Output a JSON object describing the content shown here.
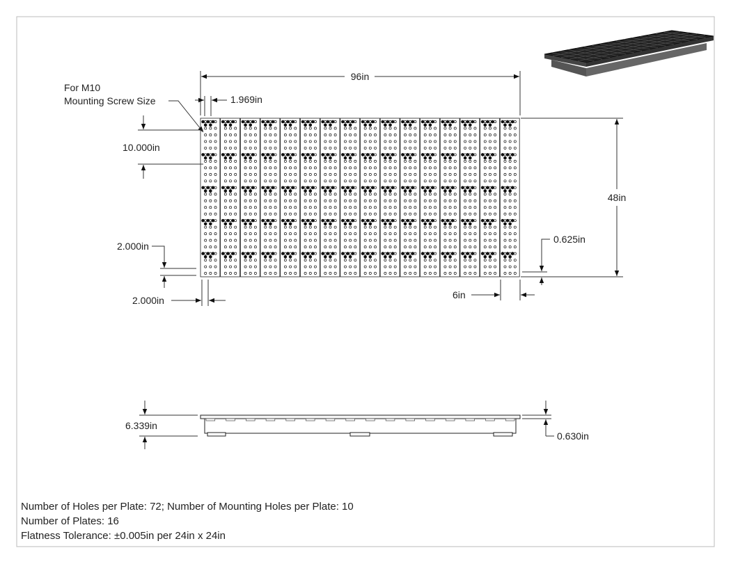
{
  "drawing": {
    "callout_title": "For M10",
    "callout_subtitle": "Mounting Screw Size",
    "dims": {
      "overall_width": "96in",
      "overall_height": "48in",
      "mount_spacing": "1.969in",
      "row_spacing": "10.000in",
      "edge_vertical": "2.000in",
      "edge_horizontal": "2.000in",
      "plate_width": "6in",
      "plate_gap": "0.625in",
      "total_height": "6.339in",
      "plate_thickness": "0.630in"
    }
  },
  "notes": {
    "line1": "Number of Holes per Plate: 72; Number of Mounting Holes per Plate: 10",
    "line2": "Number of Plates: 16",
    "line3": "Flatness Tolerance: ±0.005in per 24in x 24in"
  },
  "plates": {
    "count": 16,
    "hole_columns": 3,
    "hole_rows": 24,
    "mounting_rows": [
      0,
      5,
      10,
      15,
      20
    ]
  }
}
